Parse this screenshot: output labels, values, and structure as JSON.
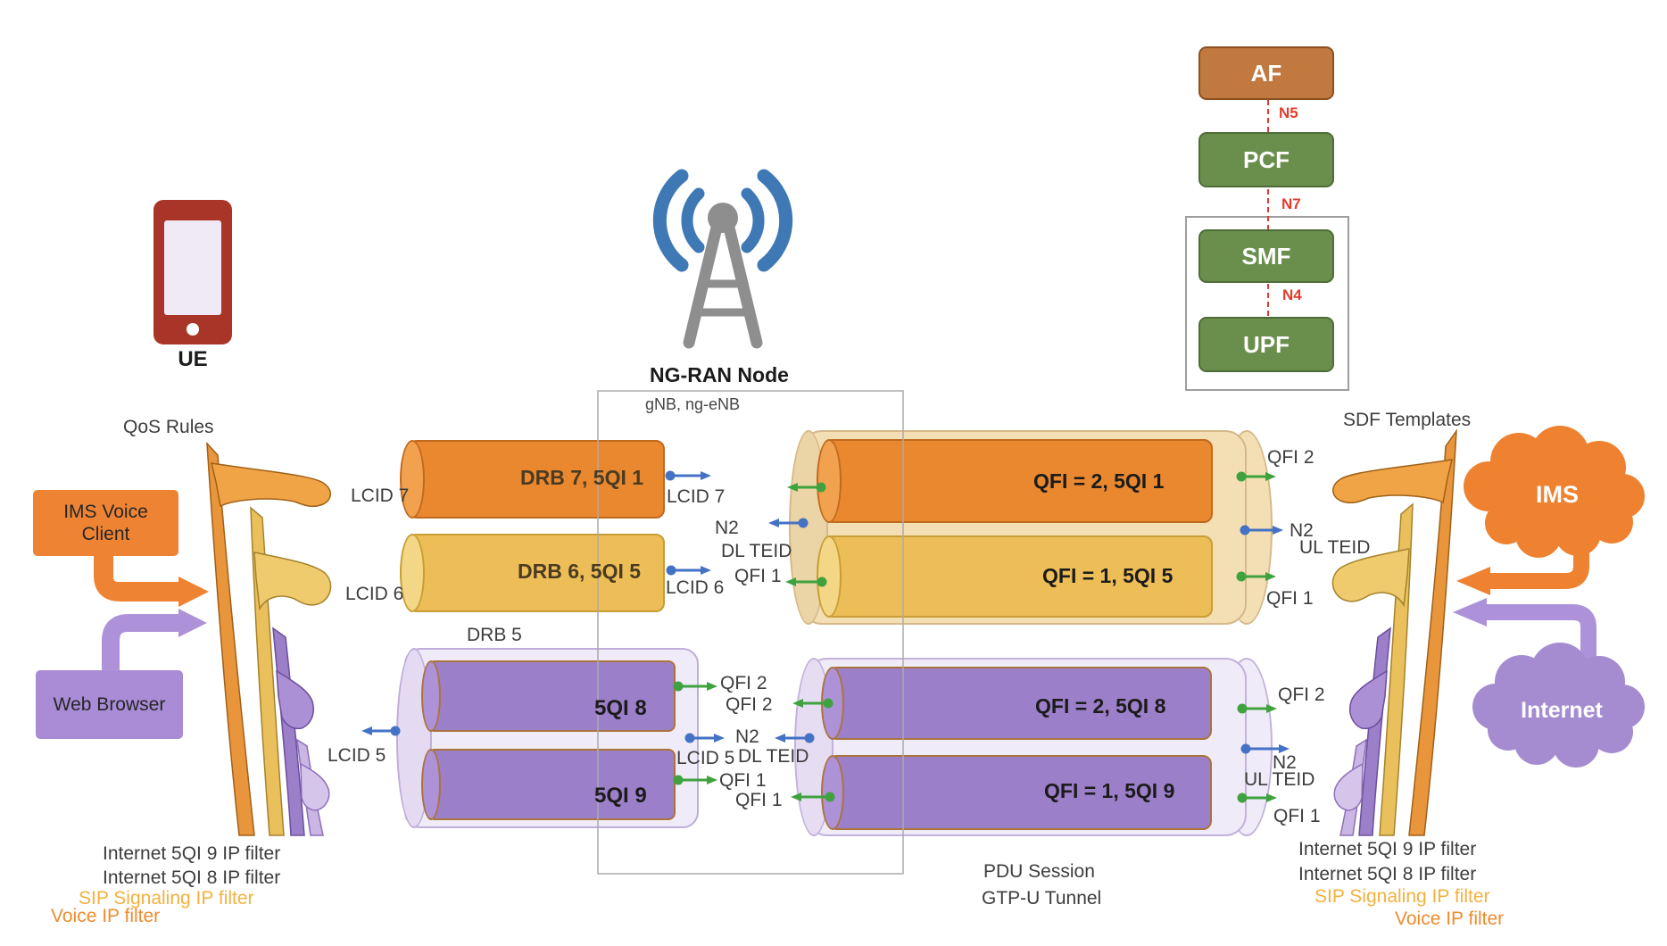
{
  "nf_stack": {
    "af": "AF",
    "n5": "N5",
    "pcf": "PCF",
    "n7": "N7",
    "smf": "SMF",
    "n4": "N4",
    "upf": "UPF"
  },
  "ue": {
    "label": "UE",
    "qos_rules": "QoS Rules",
    "ims_voice_client": "IMS Voice Client",
    "web_browser": "Web Browser"
  },
  "left_filters": {
    "f9": "Internet 5QI 9 IP filter",
    "f8": "Internet 5QI 8 IP filter",
    "sip": "SIP Signaling IP filter",
    "voice": "Voice IP filter"
  },
  "ngran": {
    "title": "NG-RAN Node",
    "subtitle": "gNB, ng-eNB"
  },
  "bearers": {
    "drb7": "DRB 7, 5QI 1",
    "drb6": "DRB 6, 5QI 5",
    "drb5": "DRB 5",
    "qi8": "5QI 8",
    "qi9": "5QI 9",
    "lcid7": "LCID 7",
    "lcid6": "LCID 6",
    "lcid5": "LCID 5"
  },
  "uu_up": {
    "n2": "N2",
    "dl_teid": "DL TEID",
    "qfi1": "QFI 1"
  },
  "uu_low": {
    "qfi2_out": "QFI 2",
    "qfi2_in": "QFI 2",
    "n2": "N2",
    "lcid5": "LCID 5",
    "dl_teid": "DL TEID",
    "qfi1_out": "QFI 1",
    "qfi1_in": "QFI 1"
  },
  "pdu_up": {
    "flow_qfi2": "QFI = 2, 5QI 1",
    "flow_qfi1": "QFI = 1, 5QI 5",
    "qfi2": "QFI 2",
    "n2": "N2",
    "ul_teid": "UL TEID",
    "qfi1": "QFI 1"
  },
  "pdu_low": {
    "flow_qfi2": "QFI = 2, 5QI 8",
    "flow_qfi1": "QFI = 1, 5QI 9",
    "qfi2": "QFI 2",
    "n2": "N2",
    "ul_teid": "UL TEID",
    "qfi1": "QFI 1"
  },
  "pdu_caption": {
    "line1": "PDU Session",
    "line2": "GTP-U Tunnel"
  },
  "right_side": {
    "sdf_templates": "SDF Templates",
    "ims": "IMS",
    "internet": "Internet"
  },
  "right_filters": {
    "f9": "Internet 5QI 9 IP filter",
    "f8": "Internet 5QI 8 IP filter",
    "sip": "SIP Signaling IP filter",
    "voice": "Voice IP filter"
  },
  "colors": {
    "orange": "#E9882F",
    "yellow": "#EDBE57",
    "purple": "#9C7FC9",
    "lavender": "#F0EBF8",
    "beige": "#F3DFB3",
    "green_nf": "#6A8F4D",
    "af_brown": "#C1793F",
    "blue_arrow": "#4472C4",
    "green_arrow": "#3FA23F",
    "red_reference_point": "#E23B2E",
    "filter_sip": "#F4B13E",
    "filter_voice": "#EE8B2E"
  }
}
